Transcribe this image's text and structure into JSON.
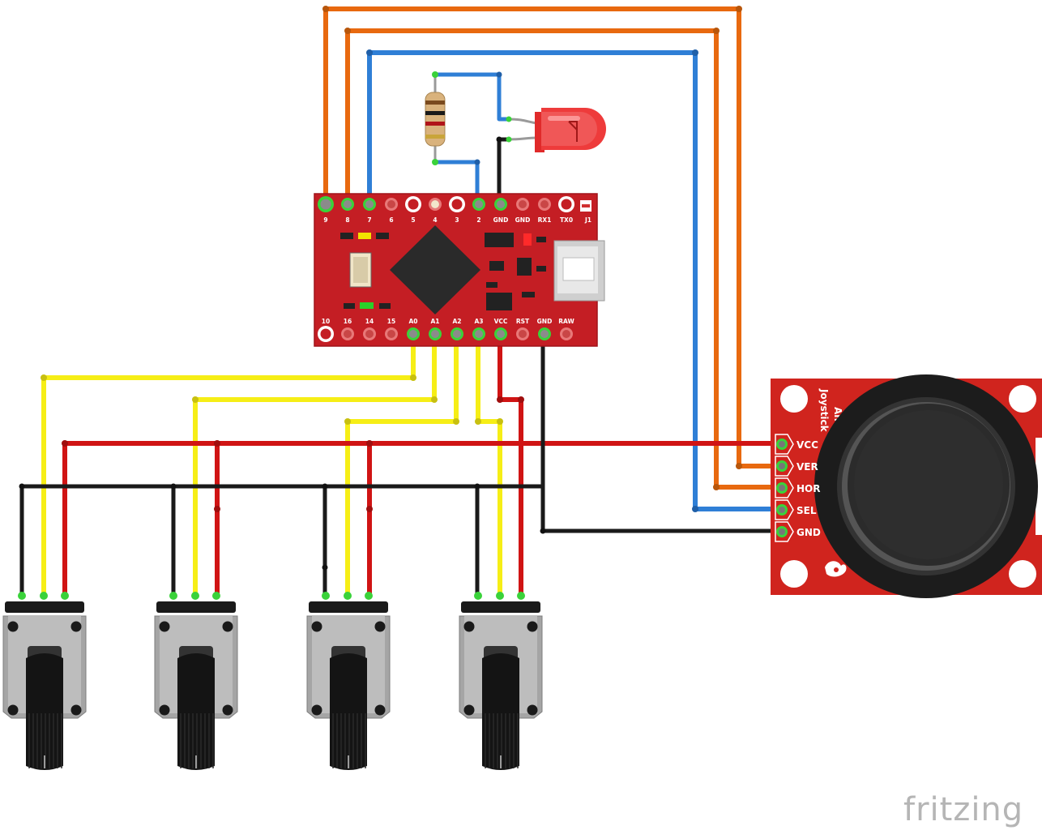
{
  "board": {
    "top_pins": [
      "9",
      "8",
      "7",
      "6",
      "5",
      "4",
      "3",
      "2",
      "GND",
      "GND",
      "RX1",
      "TX0",
      "J1"
    ],
    "bottom_pins": [
      "10",
      "16",
      "14",
      "15",
      "A0",
      "A1",
      "A2",
      "A3",
      "VCC",
      "RST",
      "GND",
      "RAW"
    ]
  },
  "joystick": {
    "title_line1": "Analog",
    "title_line2": "Joystick",
    "pins": [
      "VCC",
      "VER",
      "HOR",
      "SEL",
      "GND"
    ]
  },
  "watermark": "fritzing",
  "colors": {
    "board_red": "#c41e24",
    "board_edge": "#a0141a",
    "joystick_red": "#d0241e",
    "wire_orange": "#e8690f",
    "wire_blue": "#2f7fd6",
    "wire_yellow": "#f6ee16",
    "wire_red": "#d01414",
    "wire_black": "#1a1a1a",
    "led_red": "#ee3b3b",
    "pot_body": "#a5a5a5"
  }
}
